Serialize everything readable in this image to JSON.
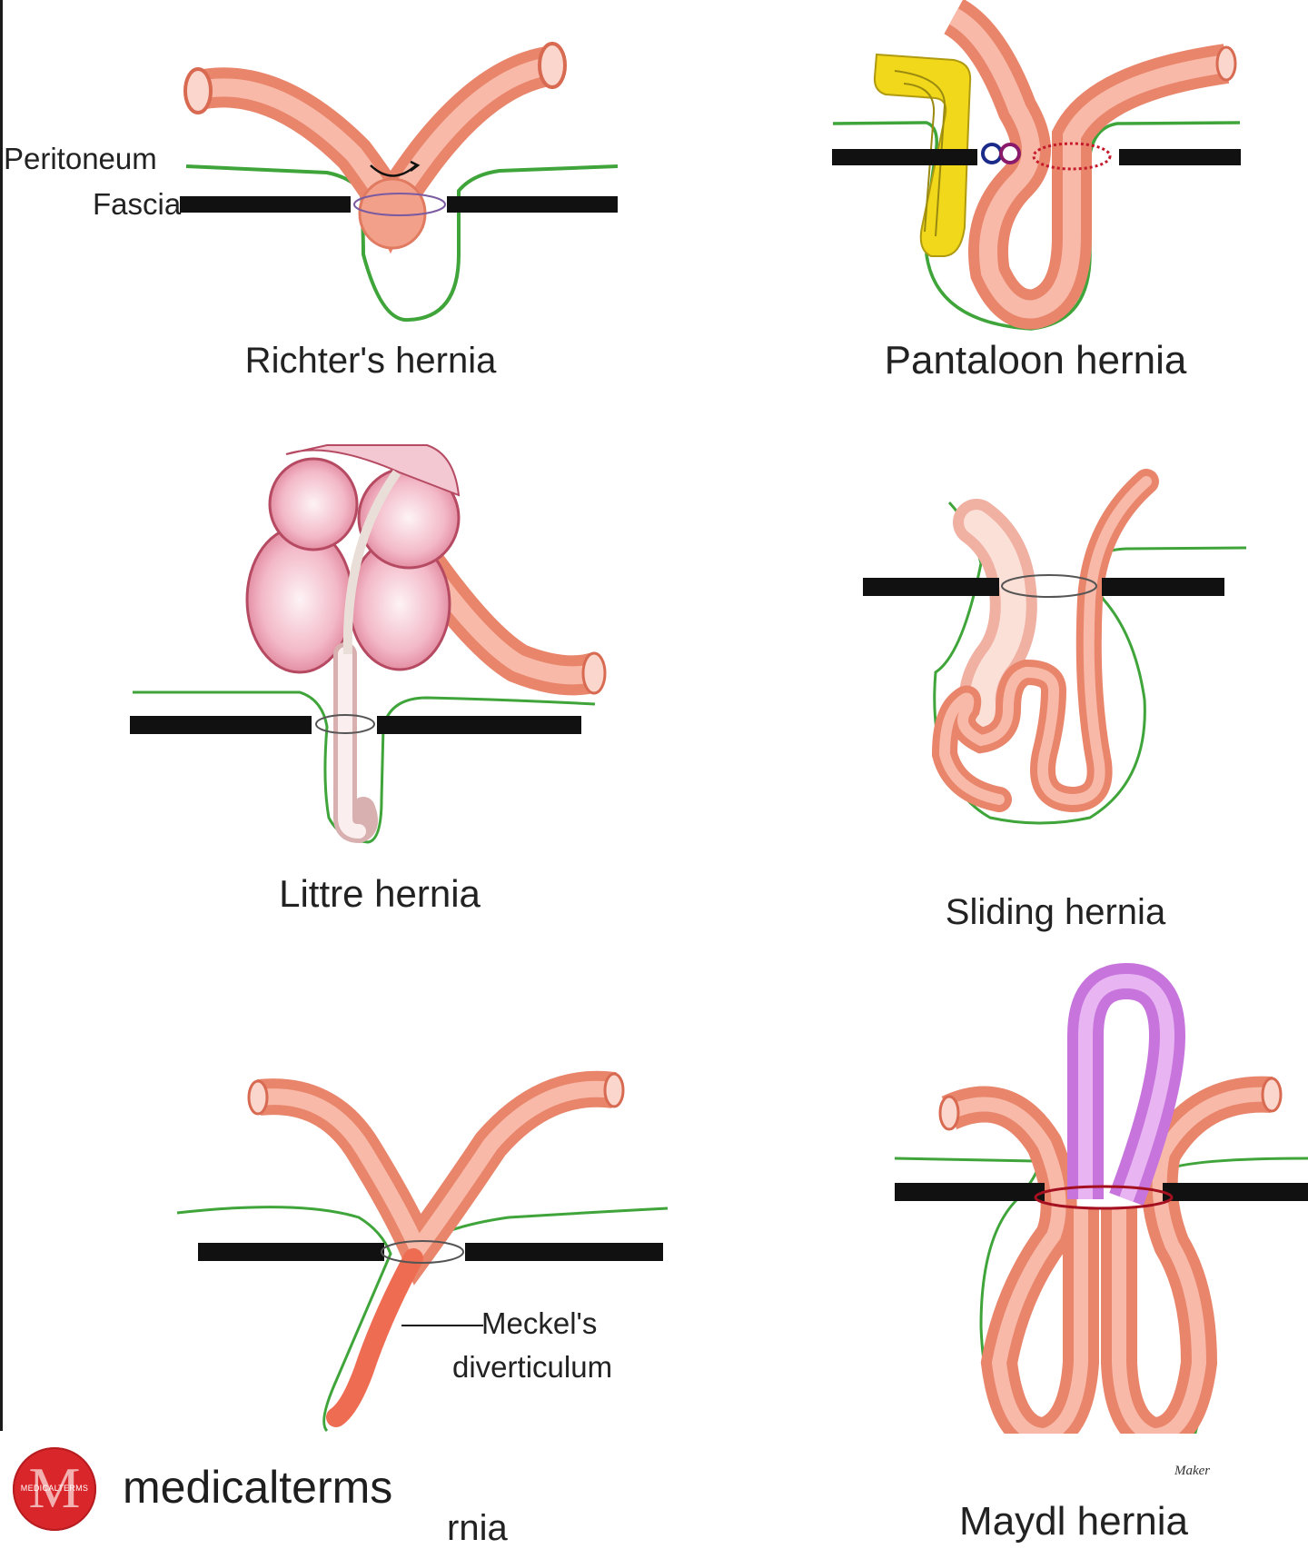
{
  "labels": {
    "peritoneum": "Peritoneum",
    "fascia": "Fascia",
    "meckels_line1": "Meckel's",
    "meckels_line2": "diverticulum",
    "signature": "Maker"
  },
  "captions": {
    "richters": "Richter's hernia",
    "pantaloon": "Pantaloon hernia",
    "littre": "Littre hernia",
    "sliding": "Sliding hernia",
    "partial": "rnia",
    "maydl": "Maydl hernia"
  },
  "footer": {
    "brand_name": "medicalterms",
    "logo_letter": "M",
    "logo_text": "MEDICALTERMS"
  },
  "colors": {
    "bowel": "#f3a08a",
    "bowel_dark": "#e27a62",
    "peritoneum_line": "#3fa53a",
    "fascia": "#111111",
    "diverticulum": "#ee6c52",
    "incarcerated_loop": "#c775dd",
    "pink_bowel": "#f1b4c4",
    "fat": "#f1d81a",
    "brand_red": "#d9262a"
  }
}
